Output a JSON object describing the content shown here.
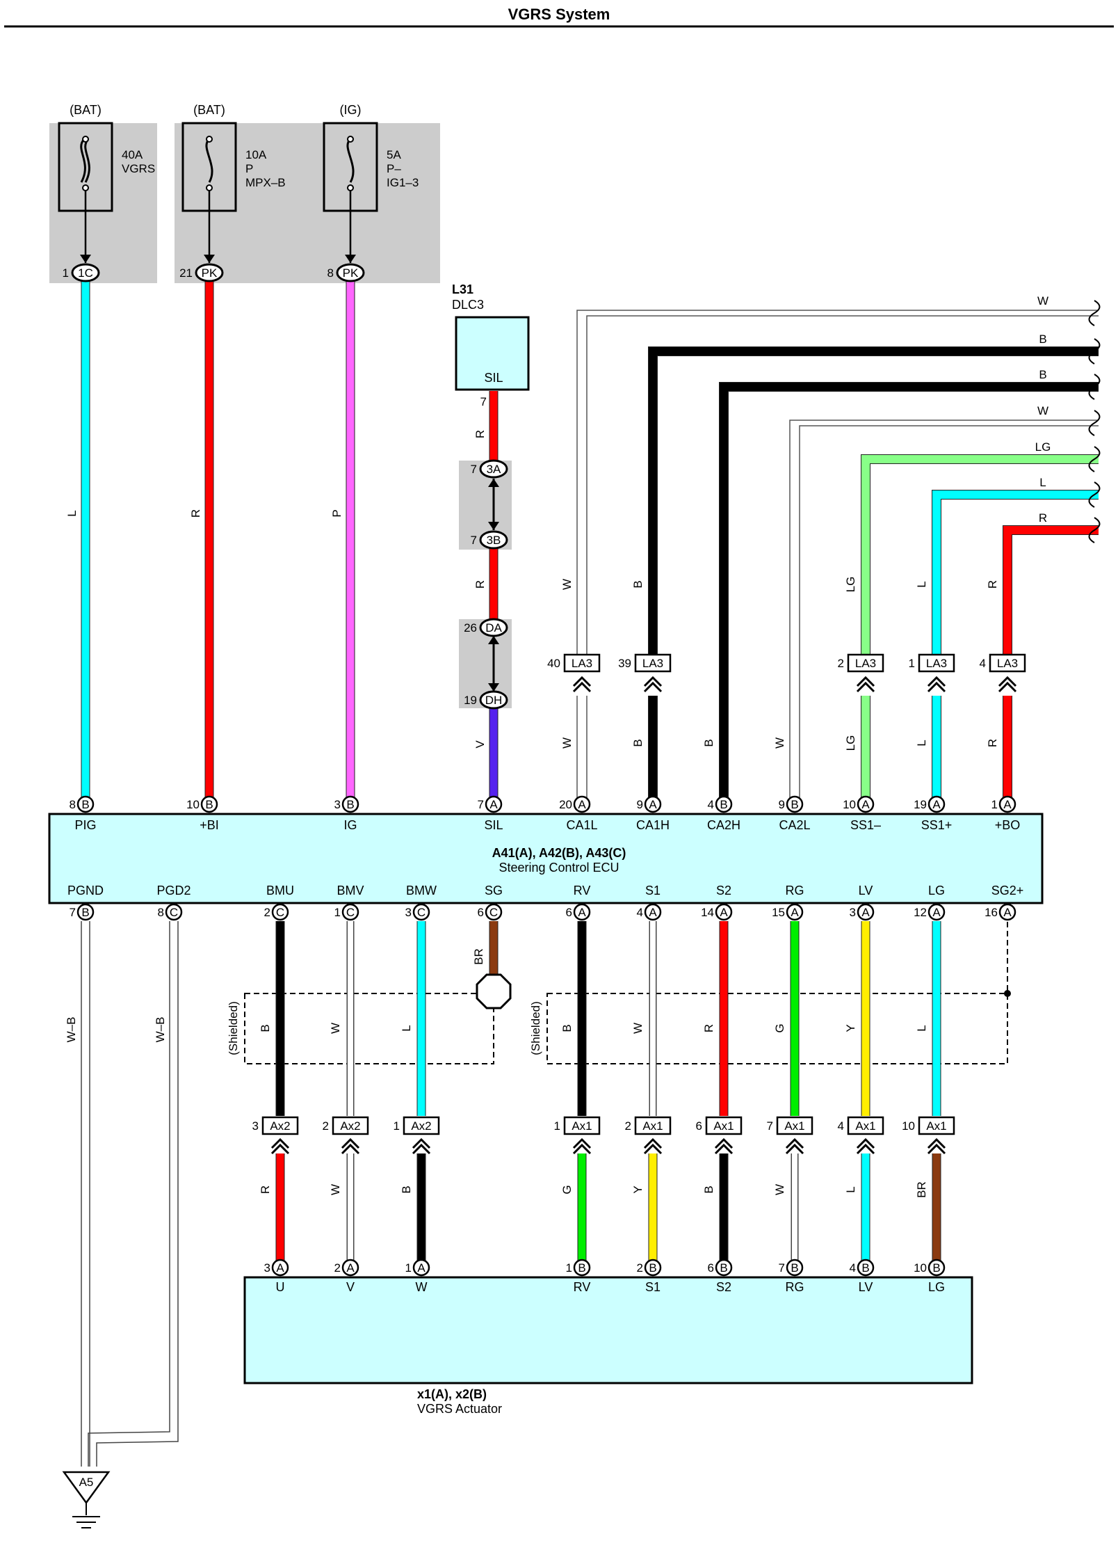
{
  "title": "VGRS System",
  "colors": {
    "L": "#00ffff",
    "R": "#ff0000",
    "P": "#ff66ff",
    "V": "#5522ee",
    "B": "#000000",
    "W": "#ffffff",
    "LG": "#88ff88",
    "G": "#00ee00",
    "Y": "#ffee00",
    "BR": "#8b3a10",
    "W-B": "#ffffff",
    "box": "#ccffff",
    "fuse_bg": "#cccccc"
  },
  "fuses": [
    {
      "supply": "(BAT)",
      "lines": [
        "40A",
        "VGRS"
      ],
      "pin": "1",
      "conn": "1C",
      "wire": "L"
    },
    {
      "supply": "(BAT)",
      "lines": [
        "10A",
        "P",
        "MPX–B"
      ],
      "pin": "21",
      "conn": "PK",
      "wire": "R"
    },
    {
      "supply": "(IG)",
      "lines": [
        "5A",
        "P–",
        "IG1–3"
      ],
      "pin": "8",
      "conn": "PK",
      "wire": "P"
    }
  ],
  "dlc": {
    "code": "L31",
    "name": "DLC3",
    "terminal": "SIL",
    "pin": "7",
    "junctions": [
      {
        "pin": "7",
        "conn": "3A"
      },
      {
        "pin": "7",
        "conn": "3B"
      },
      {
        "pin": "26",
        "conn": "DA"
      },
      {
        "pin": "19",
        "conn": "DH"
      }
    ],
    "wires": [
      "R",
      "R",
      "V"
    ]
  },
  "right_feed": [
    "W",
    "B",
    "B",
    "W",
    "LG",
    "L",
    "R"
  ],
  "la3": [
    {
      "pin": "40",
      "conn": "LA3",
      "wire": "W"
    },
    {
      "pin": "39",
      "conn": "LA3",
      "wire": "B"
    },
    {
      "pin": "2",
      "conn": "LA3",
      "wire": "LG"
    },
    {
      "pin": "1",
      "conn": "LA3",
      "wire": "L"
    },
    {
      "pin": "4",
      "conn": "LA3",
      "wire": "R"
    }
  ],
  "ecu": {
    "codes": "A41(A), A42(B), A43(C)",
    "name": "Steering Control ECU",
    "top": [
      {
        "pin": "8",
        "conn": "B",
        "name": "PIG"
      },
      {
        "pin": "10",
        "conn": "B",
        "name": "+BI"
      },
      {
        "pin": "3",
        "conn": "B",
        "name": "IG"
      },
      {
        "pin": "7",
        "conn": "A",
        "name": "SIL"
      },
      {
        "pin": "20",
        "conn": "A",
        "name": "CA1L"
      },
      {
        "pin": "9",
        "conn": "A",
        "name": "CA1H"
      },
      {
        "pin": "4",
        "conn": "B",
        "name": "CA2H"
      },
      {
        "pin": "9",
        "conn": "B",
        "name": "CA2L"
      },
      {
        "pin": "10",
        "conn": "A",
        "name": "SS1–"
      },
      {
        "pin": "19",
        "conn": "A",
        "name": "SS1+"
      },
      {
        "pin": "1",
        "conn": "A",
        "name": "+BO"
      }
    ],
    "bottom": [
      {
        "pin": "7",
        "conn": "B",
        "name": "PGND"
      },
      {
        "pin": "8",
        "conn": "C",
        "name": "PGD2"
      },
      {
        "pin": "2",
        "conn": "C",
        "name": "BMU"
      },
      {
        "pin": "1",
        "conn": "C",
        "name": "BMV"
      },
      {
        "pin": "3",
        "conn": "C",
        "name": "BMW"
      },
      {
        "pin": "6",
        "conn": "C",
        "name": "SG"
      },
      {
        "pin": "6",
        "conn": "A",
        "name": "RV"
      },
      {
        "pin": "4",
        "conn": "A",
        "name": "S1"
      },
      {
        "pin": "14",
        "conn": "A",
        "name": "S2"
      },
      {
        "pin": "15",
        "conn": "A",
        "name": "RG"
      },
      {
        "pin": "3",
        "conn": "A",
        "name": "LV"
      },
      {
        "pin": "12",
        "conn": "A",
        "name": "LG"
      },
      {
        "pin": "16",
        "conn": "A",
        "name": "SG2+"
      }
    ]
  },
  "shielded_label": "(Shielded)",
  "ground_wires": [
    "W–B",
    "W–B"
  ],
  "ground": "A5",
  "sensor_wires_upper": [
    "B",
    "W",
    "L",
    "BR",
    "B",
    "W",
    "R",
    "G",
    "Y",
    "L"
  ],
  "ax": [
    {
      "pin": "3",
      "conn": "Ax2",
      "wire": "R"
    },
    {
      "pin": "2",
      "conn": "Ax2",
      "wire": "W"
    },
    {
      "pin": "1",
      "conn": "Ax2",
      "wire": "B"
    },
    {
      "pin": "1",
      "conn": "Ax1",
      "wire": "G"
    },
    {
      "pin": "2",
      "conn": "Ax1",
      "wire": "Y"
    },
    {
      "pin": "6",
      "conn": "Ax1",
      "wire": "B"
    },
    {
      "pin": "7",
      "conn": "Ax1",
      "wire": "W"
    },
    {
      "pin": "4",
      "conn": "Ax1",
      "wire": "L"
    },
    {
      "pin": "10",
      "conn": "Ax1",
      "wire": "BR"
    }
  ],
  "actuator": {
    "codes": "x1(A), x2(B)",
    "name": "VGRS Actuator",
    "pins": [
      {
        "pin": "3",
        "conn": "A",
        "name": "U"
      },
      {
        "pin": "2",
        "conn": "A",
        "name": "V"
      },
      {
        "pin": "1",
        "conn": "A",
        "name": "W"
      },
      {
        "pin": "1",
        "conn": "B",
        "name": "RV"
      },
      {
        "pin": "2",
        "conn": "B",
        "name": "S1"
      },
      {
        "pin": "6",
        "conn": "B",
        "name": "S2"
      },
      {
        "pin": "7",
        "conn": "B",
        "name": "RG"
      },
      {
        "pin": "4",
        "conn": "B",
        "name": "LV"
      },
      {
        "pin": "10",
        "conn": "B",
        "name": "LG"
      }
    ]
  }
}
